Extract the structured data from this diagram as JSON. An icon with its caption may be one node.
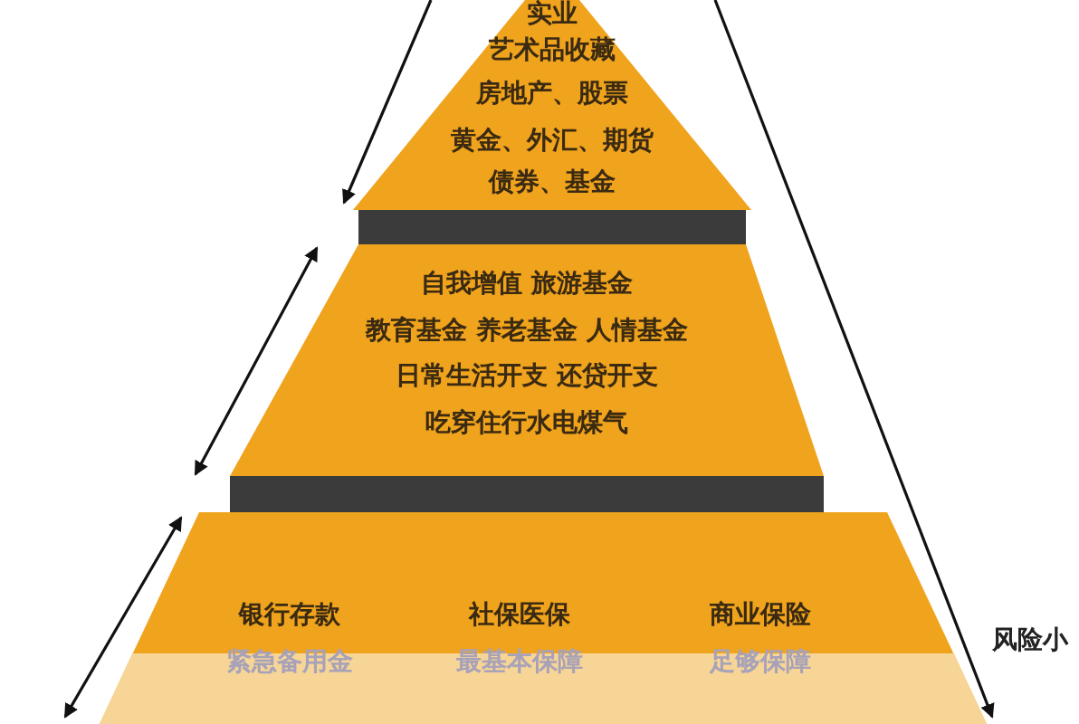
{
  "diagram": {
    "nodes": [
      {
        "text": [
          "实业",
          "艺术品收藏",
          "房地产、股票",
          "黄金、外汇、期货",
          "债券、基金"
        ]
      },
      {
        "text": [
          "自我增值 旅游基金",
          "教育基金 养老基金 人情基金",
          "日常生活开支 还贷开支",
          "吃穿住行水电煤气"
        ]
      },
      {
        "text": [
          "银行存款",
          "社保医保",
          "商业保险",
          "紧急备用金",
          "最基本保障",
          "足够保障"
        ]
      }
    ],
    "edges": [],
    "labels": [
      "风险小"
    ]
  }
}
